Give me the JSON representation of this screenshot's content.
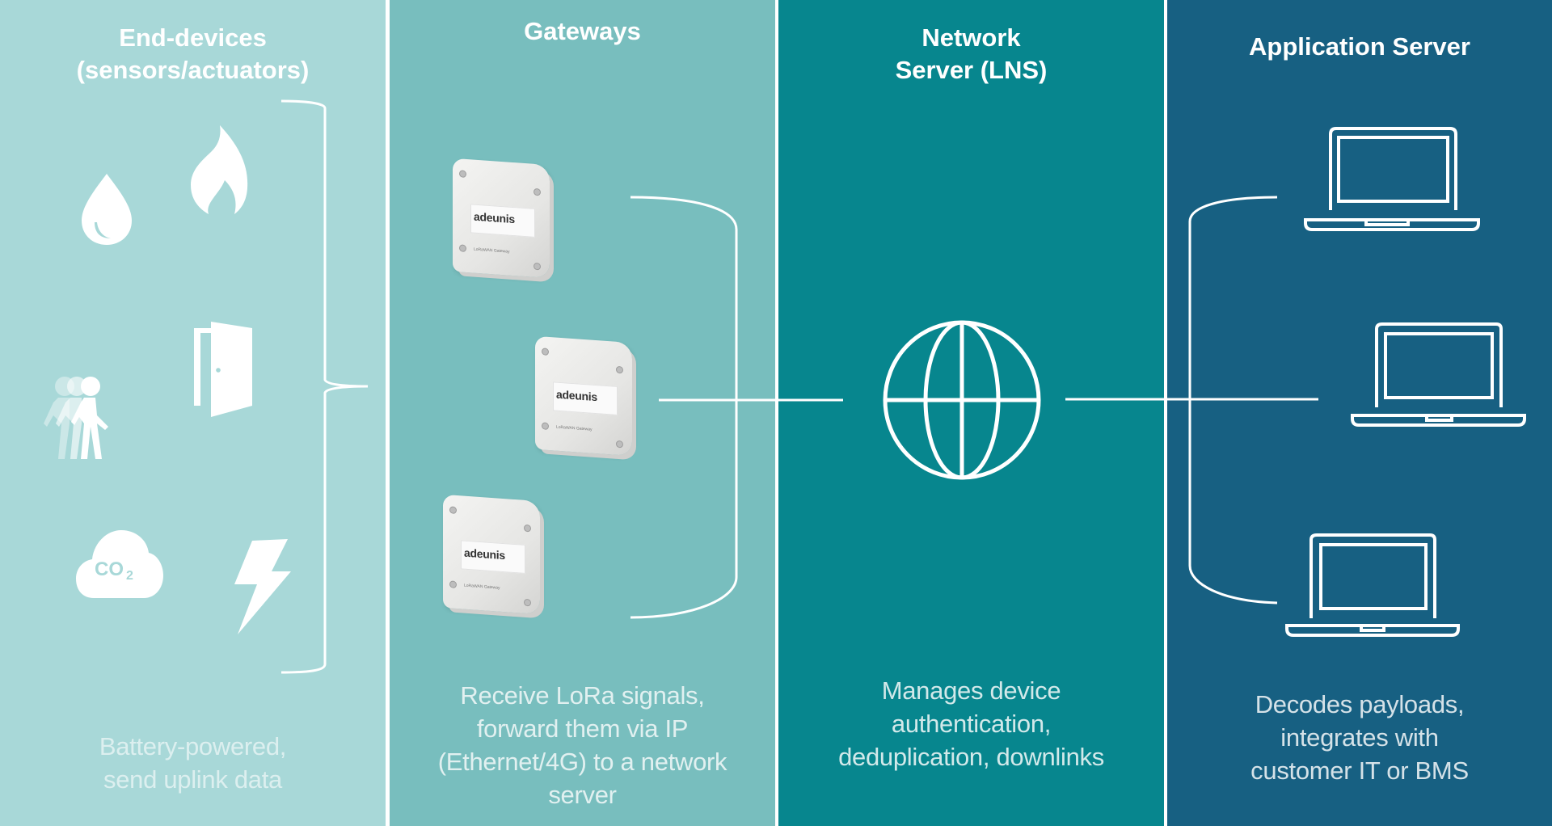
{
  "columns": [
    {
      "id": "end-devices",
      "title": "End-devices\n(sensors/actuators)",
      "description": "Battery-powered,\nsend uplink data",
      "background": "#A8D8D8",
      "icons": [
        "water-drop-icon",
        "flame-icon",
        "walking-people-icon",
        "door-icon",
        "co2-cloud-icon",
        "lightning-icon"
      ],
      "co2_label": "CO",
      "co2_sub": "2"
    },
    {
      "id": "gateways",
      "title": "Gateways",
      "description": "Receive LoRa signals,\nforward them via IP\n(Ethernet/4G) to a network\nserver",
      "background": "#78BEBE",
      "devices": [
        {
          "brand": "adeunis",
          "model": "LoRaWAN Gateway"
        },
        {
          "brand": "adeunis",
          "model": "LoRaWAN Gateway"
        },
        {
          "brand": "adeunis",
          "model": "LoRaWAN Gateway"
        }
      ]
    },
    {
      "id": "network-server",
      "title": "Network\nServer (LNS)",
      "description": "Manages device\nauthentication,\ndeduplication, downlinks",
      "background": "#07868E",
      "icons": [
        "globe-icon"
      ]
    },
    {
      "id": "application-server",
      "title": "Application Server",
      "description": "Decodes payloads,\nintegrates with\ncustomer IT or BMS",
      "background": "#176082",
      "icons": [
        "laptop-icon",
        "laptop-icon",
        "laptop-icon"
      ]
    }
  ],
  "colors": {
    "line": "#FFFFFF",
    "divider": "#FFFFFF"
  }
}
